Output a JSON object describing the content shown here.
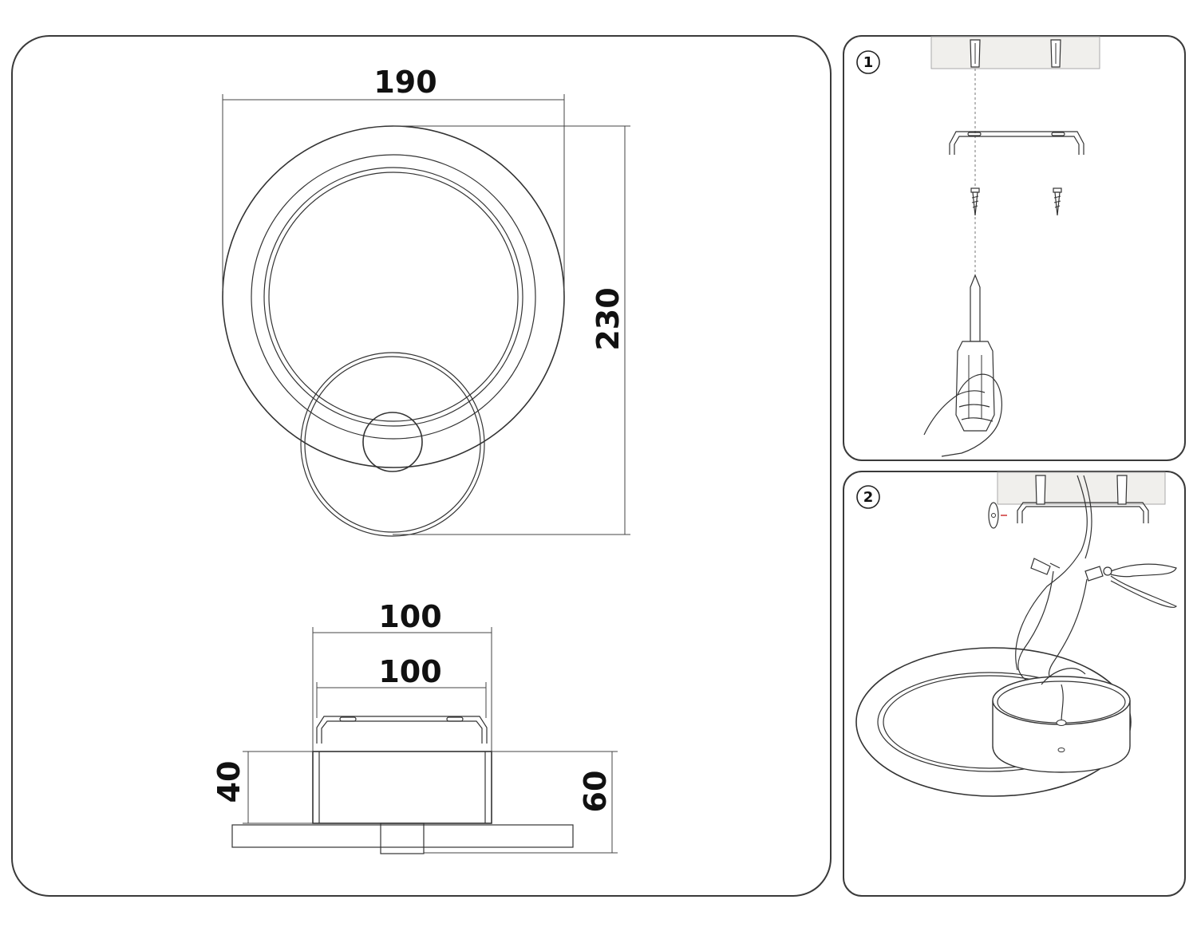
{
  "front_view": {
    "width_label": "190",
    "height_label": "230"
  },
  "side_view": {
    "top_width_label": "100",
    "bracket_width_label": "100",
    "base_height_label": "40",
    "total_height_label": "60"
  },
  "steps": [
    {
      "number": "1"
    },
    {
      "number": "2"
    }
  ],
  "colors": {
    "line": "#333333",
    "panel_border": "#3a3a3a",
    "wall": "#f0efec"
  }
}
